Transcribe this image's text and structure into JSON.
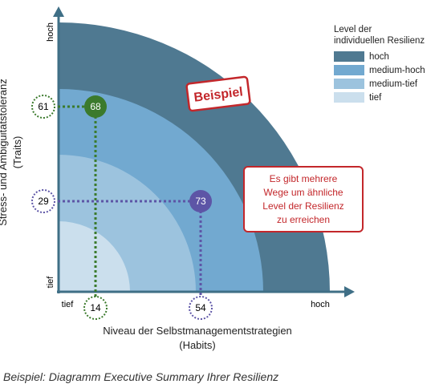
{
  "axis": {
    "x_min_label": "tief",
    "x_max_label": "hoch",
    "y_min_label": "tief",
    "y_max_label": "hoch",
    "x_title_line1": "Niveau der Selbstmanagementstrategien",
    "x_title_line2": "(Habits)",
    "y_title_line1": "Stress- und Ambiguitätstoleranz",
    "y_title_line2": "(Traits)"
  },
  "legend": {
    "title_line1": "Level der",
    "title_line2": "individuellen Resilienz",
    "items": [
      {
        "label": "hoch",
        "color": "#4f7991"
      },
      {
        "label": "medium-hoch",
        "color": "#72a9d0"
      },
      {
        "label": "medium-tief",
        "color": "#9cc3de"
      },
      {
        "label": "tief",
        "color": "#cbdfed"
      }
    ]
  },
  "stamp": {
    "text": "Beispiel",
    "color": "#c3272b"
  },
  "note": {
    "lines": [
      "Es gibt mehrere",
      "Wege um ähnliche",
      "Level der Resilienz",
      "zu erreichen"
    ],
    "color": "#c3272b"
  },
  "points": [
    {
      "value": "68",
      "color": "#3b7a2c",
      "x_value": "14",
      "y_value": "61"
    },
    {
      "value": "73",
      "color": "#5d55a6",
      "x_value": "54",
      "y_value": "29"
    }
  ],
  "caption": "Beispiel: Diagramm Executive Summary Ihrer Resilienz"
}
